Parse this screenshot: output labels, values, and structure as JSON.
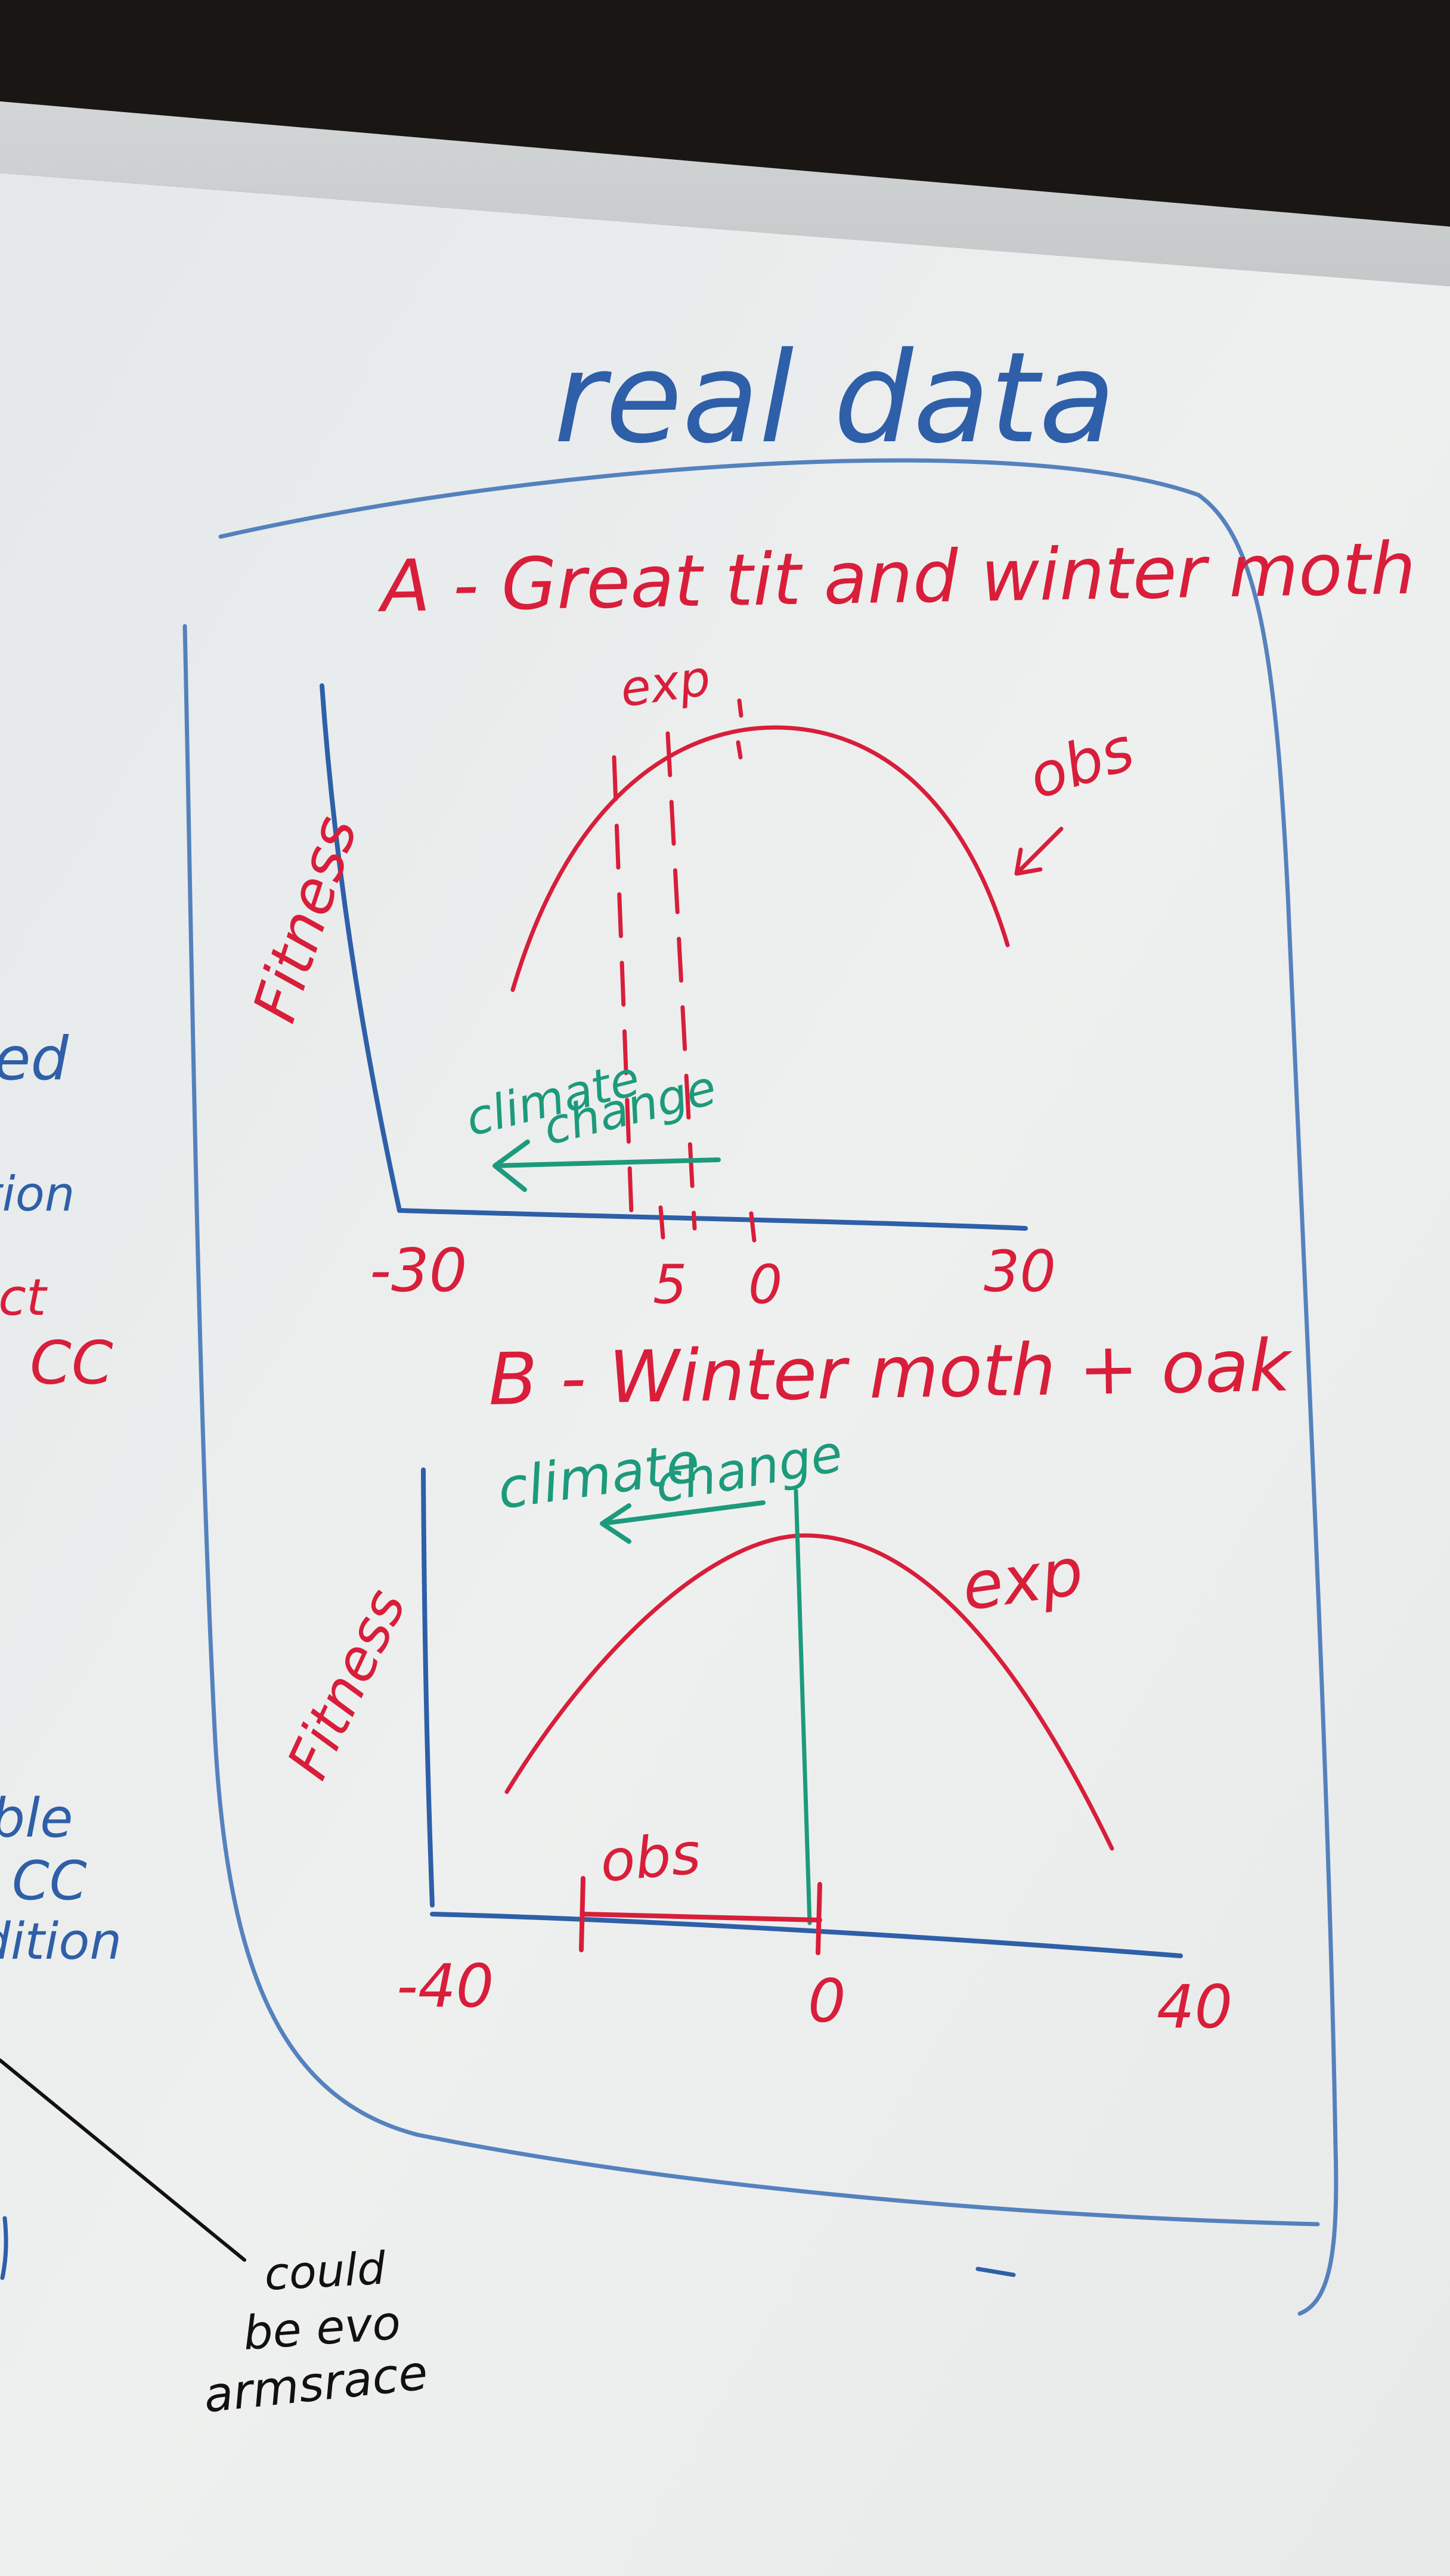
{
  "colors": {
    "marker_blue": "#2e5fa8",
    "marker_red": "#d81e3a",
    "marker_green": "#1d9a7c",
    "marker_black": "#111111",
    "board_white": "#e9ecec",
    "wall_dark": "#1a1614"
  },
  "board": {
    "heading": "real data",
    "side_notes": [
      "ed",
      "ition",
      "ect",
      "CC",
      "ible",
      "CC",
      "ndition"
    ],
    "footnote": [
      "could",
      "be evo",
      "armsrace"
    ]
  },
  "panel_a": {
    "title": "A - Great tit and winter moth",
    "y_label": "Fitness",
    "exp_label": "exp",
    "obs_label": "obs",
    "climate_label": [
      "climate",
      "change"
    ],
    "x_ticks": [
      "-30",
      "5",
      "0",
      "30"
    ]
  },
  "panel_b": {
    "title": "B - Winter moth + oak",
    "y_label": "Fitness",
    "exp_label": "exp",
    "obs_label": "obs",
    "climate_label": [
      "climate",
      "change"
    ],
    "x_ticks": [
      "-40",
      "0",
      "40"
    ]
  }
}
